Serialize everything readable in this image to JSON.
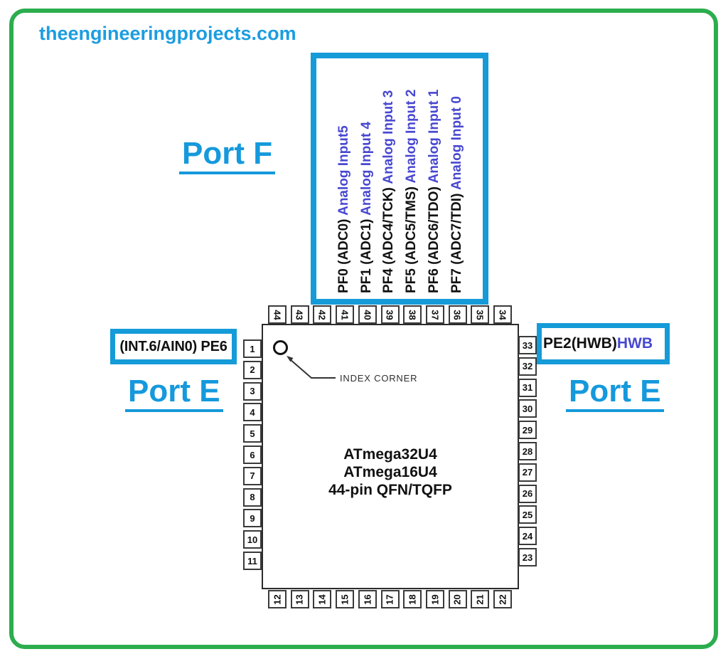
{
  "watermark": "theengineeringprojects.com",
  "colors": {
    "accent_blue": "#159BD8",
    "frame_green": "#2CAD4E",
    "function_purple": "#4747D1",
    "text_black": "#111111"
  },
  "port_f": {
    "title": "Port F",
    "pins": [
      {
        "name": "PF0 (ADC0) ",
        "function": "Analog Input5"
      },
      {
        "name": "PF1 (ADC1) ",
        "function": "Analog Input 4"
      },
      {
        "name": "PF4 (ADC4/TCK) ",
        "function": "Analog Input 3"
      },
      {
        "name": "PF5 (ADC5/TMS) ",
        "function": "Analog Input 2"
      },
      {
        "name": "PF6 (ADC6/TDO) ",
        "function": "Analog Input 1"
      },
      {
        "name": "PF7 (ADC7/TDI) ",
        "function": "Analog Input 0"
      }
    ]
  },
  "port_e_left": {
    "title": "Port E",
    "pin_label": "(INT.6/AIN0) PE6"
  },
  "port_e_right": {
    "title": "Port E",
    "pin_name": "PE2(HWB) ",
    "pin_function": "HWB"
  },
  "chip": {
    "line1": "ATmega32U4",
    "line2": "ATmega16U4",
    "line3": "44-pin QFN/TQFP",
    "index_corner_label": "INDEX CORNER",
    "pins_top": [
      "44",
      "43",
      "42",
      "41",
      "40",
      "39",
      "38",
      "37",
      "36",
      "35",
      "34"
    ],
    "pins_bottom": [
      "12",
      "13",
      "14",
      "15",
      "16",
      "17",
      "18",
      "19",
      "20",
      "21",
      "22"
    ],
    "pins_left": [
      "1",
      "2",
      "3",
      "4",
      "5",
      "6",
      "7",
      "8",
      "9",
      "10",
      "11"
    ],
    "pins_right": [
      "33",
      "32",
      "31",
      "30",
      "29",
      "28",
      "27",
      "26",
      "25",
      "24",
      "23"
    ]
  }
}
